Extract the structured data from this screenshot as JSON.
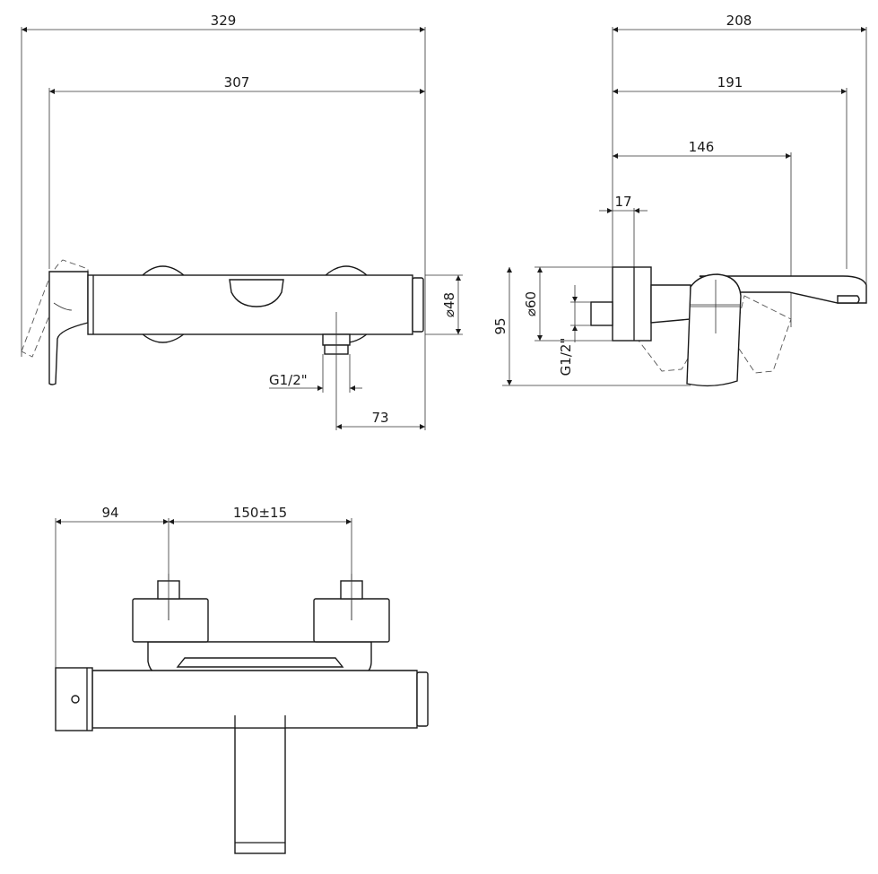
{
  "front_view": {
    "width_overall": "329",
    "width_body": "307",
    "diameter": "⌀48",
    "connection": "G1/2\"",
    "outlet_offset": "73"
  },
  "side_view": {
    "depth_overall": "208",
    "depth_spout": "191",
    "depth_handle": "146",
    "wall_plate": "17",
    "height": "95",
    "diameter": "⌀60",
    "connection": "G1/2\""
  },
  "top_view": {
    "offset_left": "94",
    "center_distance": "150±15"
  }
}
